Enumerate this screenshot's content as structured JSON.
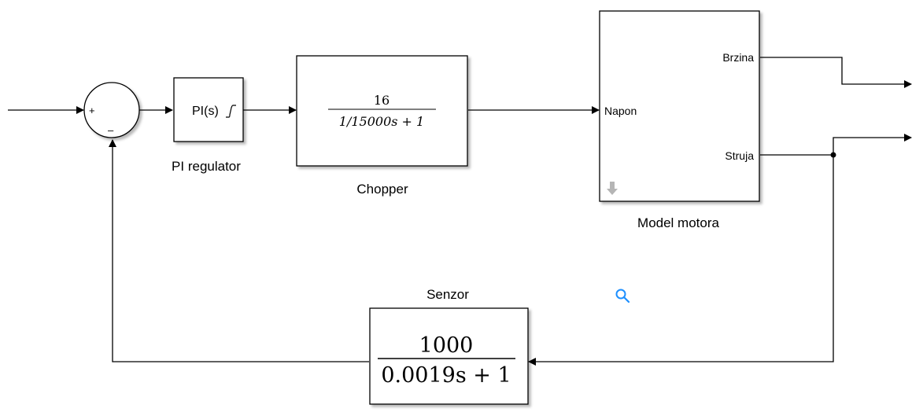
{
  "sum_block": {
    "plus_sign": "+",
    "minus_sign": "–"
  },
  "pi_block": {
    "content": "PI(s)",
    "caption": "PI regulator"
  },
  "chopper_block": {
    "numerator": "16",
    "denominator": "1/15000s + 1",
    "caption": "Chopper"
  },
  "motor_block": {
    "caption": "Model motora",
    "input_port": "Napon",
    "output_ports": [
      "Brzina",
      "Struja"
    ]
  },
  "sensor_block": {
    "numerator": "1000",
    "denominator": "0.0019s + 1",
    "caption": "Senzor"
  },
  "icons": {
    "zoom": "magnifier-icon",
    "subsystem": "down-arrow-icon"
  },
  "colors": {
    "zoom_icon": "#1e90ff",
    "line": "#000000",
    "subsystem_arrow": "#b5b5b5"
  }
}
